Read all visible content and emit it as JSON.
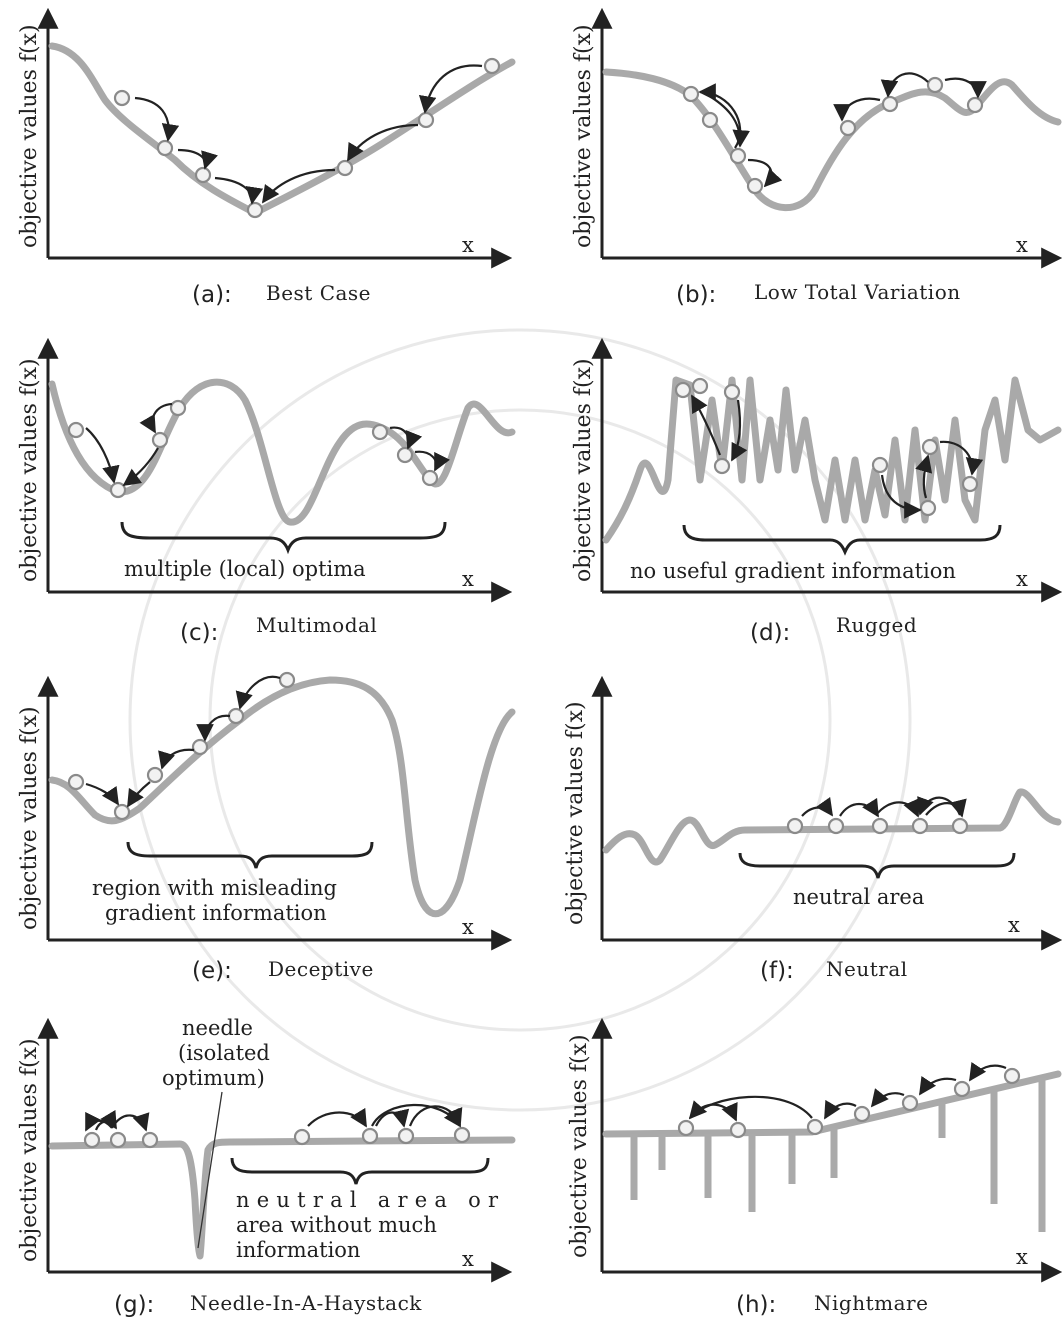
{
  "axis": {
    "y_label": "objective values f(x)",
    "x_label": "x"
  },
  "panels": [
    {
      "id": "(a):",
      "name": "Best Case"
    },
    {
      "id": "(b):",
      "name": "Low Total Variation"
    },
    {
      "id": "(c):",
      "name": "Multimodal",
      "annotation": [
        "multiple (local) optima"
      ]
    },
    {
      "id": "(d):",
      "name": "Rugged",
      "annotation": [
        "no useful gradient information"
      ]
    },
    {
      "id": "(e):",
      "name": "Deceptive",
      "annotation": [
        "region with misleading",
        "gradient information"
      ]
    },
    {
      "id": "(f):",
      "name": "Neutral",
      "annotation": [
        "neutral area"
      ]
    },
    {
      "id": "(g):",
      "name": "Needle-In-A-Haystack",
      "annotation": [
        "neutral area or",
        "area without much",
        "information"
      ],
      "needle": [
        "needle",
        "(isolated",
        "optimum)"
      ]
    },
    {
      "id": "(h):",
      "name": "Nightmare"
    }
  ],
  "colors": {
    "curve": "#a9a9a9",
    "axis": "#222222",
    "ball": "#f2f2f2"
  }
}
